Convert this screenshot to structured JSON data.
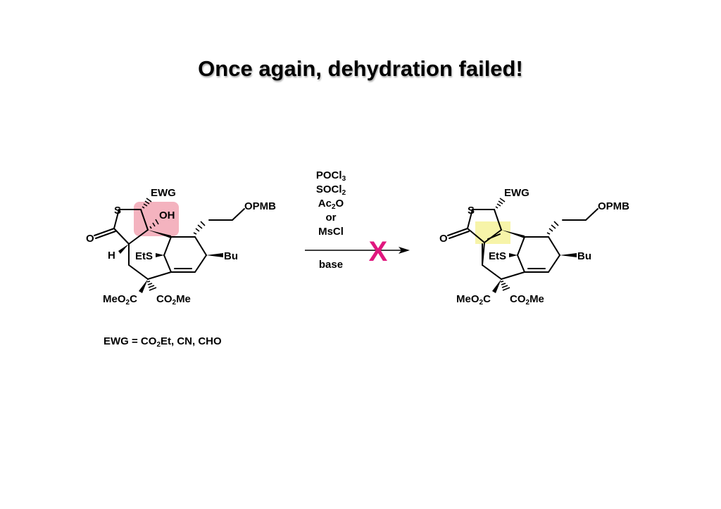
{
  "title": "Once again, dehydration failed!",
  "labels": {
    "s": "S",
    "o": "O",
    "ewg": "EWG",
    "oh": "OH",
    "h": "H",
    "opmb": "OPMB",
    "ets": "EtS",
    "bu": "Bu",
    "meo2c": {
      "a": "MeO",
      "sub": "2",
      "b": "C"
    },
    "co2me": {
      "a": "CO",
      "sub": "2",
      "b": "Me"
    }
  },
  "reagents": [
    {
      "main": "POCl",
      "sub": "3"
    },
    {
      "main": "SOCl",
      "sub": "2"
    },
    {
      "main": "Ac",
      "sub": "2",
      "tail": "O"
    },
    {
      "main": "or"
    },
    {
      "main": "MsCl"
    }
  ],
  "below_arrow": "base",
  "fail_mark": "X",
  "footnote": {
    "a": "EWG = CO",
    "sub": "2",
    "b": "Et, CN, CHO"
  },
  "colors": {
    "highlight_oh": "#f2a6b4",
    "highlight_alkene": "#f6f3a0",
    "fail": "#e0177e"
  }
}
